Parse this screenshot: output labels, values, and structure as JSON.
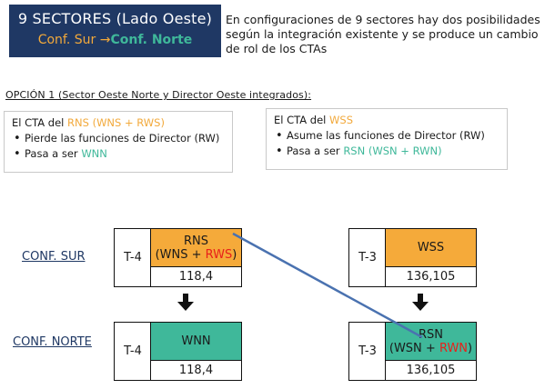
{
  "title": {
    "line1": "9 SECTORES (Lado Oeste)",
    "line2_part1": "Conf. Sur →",
    "line2_part2": "Conf. Norte"
  },
  "intro": "En configuraciones de 9 sectores hay dos posibilidades según la integración existente y se produce un cambio de rol de los CTAs",
  "option_heading": "OPCIÓN 1 (Sector Oeste Norte y Director Oeste integrados):",
  "left_panel": {
    "head_pre": "El CTA del ",
    "head_hl": "RNS (WNS + RWS)",
    "bullet1": "Pierde las funciones de Director (RW)",
    "bullet2_pre": "Pasa a ser ",
    "bullet2_hl": "WNN"
  },
  "right_panel": {
    "head_pre": "El CTA del ",
    "head_hl": "WSS",
    "bullet1": "Asume las funciones de Director (RW)",
    "bullet2_pre": "Pasa a ser ",
    "bullet2_hl": "RSN (WSN + RWN)"
  },
  "conf_sur": "CONF. SUR",
  "conf_norte": "CONF. NORTE",
  "sur_left": {
    "t": "T-4",
    "name_top": "RNS",
    "name_sub_pre": "(WNS + ",
    "name_sub_hl": "RWS",
    "name_sub_post": ")",
    "freq": "118,4"
  },
  "sur_right": {
    "t": "T-3",
    "name": "WSS",
    "freq": "136,105"
  },
  "norte_left": {
    "t": "T-4",
    "name": "WNN",
    "freq": "118,4"
  },
  "norte_right": {
    "t": "T-3",
    "name_top": "RSN",
    "name_sub_pre": "(WSN + ",
    "name_sub_hl": "RWN",
    "name_sub_post": ")",
    "freq": "136,105"
  },
  "colors": {
    "navy": "#1f3864",
    "yellow": "#f5aa3a",
    "teal": "#3fb89a",
    "red": "#e8201a",
    "connector": "#4a72b0"
  }
}
